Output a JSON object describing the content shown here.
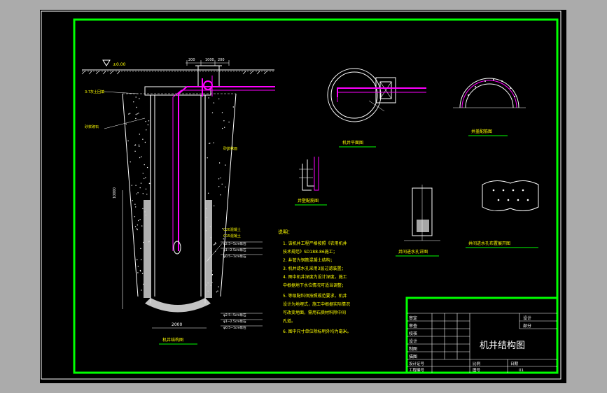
{
  "drawing": {
    "title": "机井结构图",
    "colors": {
      "viewport_bg": "#ababab",
      "canvas_bg": "#000000",
      "frame_green": "#00ff00",
      "line_white": "#ffffff",
      "pipe_magenta": "#ff00ff",
      "text_yellow": "#ffff00",
      "text_cyan": "#00ffff"
    },
    "views": {
      "section_title": "机井结构图",
      "plan_title": "机井平面图",
      "cover_title": "井盖配筋图",
      "wall_title": "井壁配筋图",
      "hole_detail_title": "井间进水孔详图",
      "hole_layout_title": "井间进水孔布置展开图"
    },
    "section_labels": {
      "top_level": "±0.00",
      "dims_top": [
        "200",
        "1000",
        "200"
      ],
      "dim_bottom": "2000",
      "dim_left": "10000",
      "left_notes": [
        "3:7灰土回填",
        "砂浆砌石"
      ],
      "right_notes": [
        "砂浆抹面",
        "C20混凝土",
        "C15混凝土"
      ],
      "layers": [
        "φ2.5~5cm砾石",
        "φ1~2.5cm砾石",
        "φ0.5~1cm砾石"
      ]
    },
    "notes": {
      "heading": "说明：",
      "lines": [
        "1. 该机井工程严格按照《农用机井",
        "技术规范》SD188-86施工；",
        "2. 井管为钢筋混凝土结构；",
        "3. 机井滤水孔采用3层过滤装置；",
        "4. 图中机井深度为设计深度，施工",
        "中根据地下水位情况可适当调整；",
        "5. 等级配料须按照规范要求，机井",
        "设计为地埋式，施工中根据实际情况",
        "可改变地面，需用石质材料除中间",
        "孔道。",
        "6. 图中尺寸单位除标明外均为毫米。"
      ]
    },
    "title_block": {
      "rows": [
        "审定",
        "审查",
        "校核",
        "设计",
        "制图",
        "描图"
      ],
      "right_top": [
        "设计",
        "部分"
      ],
      "bottom_labels": [
        "设计证号",
        "比例",
        "日期",
        "工程编号",
        "图号"
      ],
      "date_value": "01"
    }
  }
}
